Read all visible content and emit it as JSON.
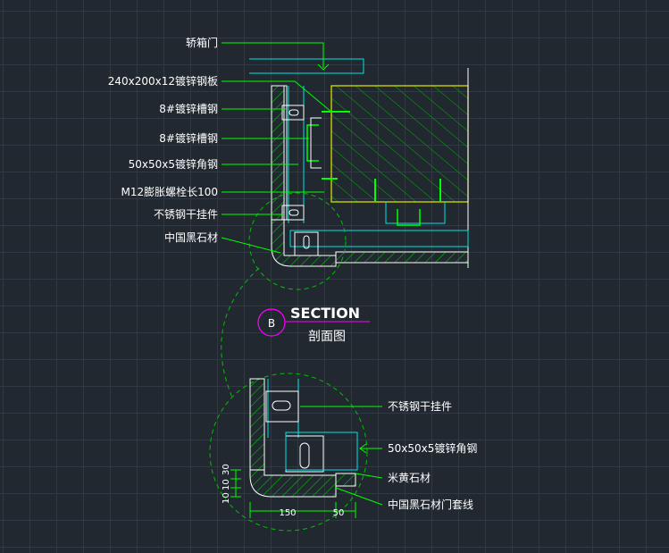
{
  "colors": {
    "background": "#212830",
    "grid": "#2f3843",
    "leader": "#00ff00",
    "outline": "#ffffff",
    "cyan": "#00e5e5",
    "concrete_border": "#e8e800",
    "hatch": "#00c000",
    "section_circle": "#ff00ff"
  },
  "labels_top": [
    "轿箱门",
    "240x200x12镀锌钢板",
    "8#镀锌槽钢",
    "8#镀锌槽钢",
    "50x50x5镀锌角钢",
    "M12膨胀螺栓长100",
    "不锈钢干挂件",
    "中国黑石材"
  ],
  "section": {
    "marker": "B",
    "title": "SECTION",
    "subtitle": "剖面图"
  },
  "labels_detail": [
    "不锈钢干挂件",
    "50x50x5镀锌角钢",
    "米黄石材",
    "中国黑石材门套线"
  ],
  "dimensions": {
    "vertical": [
      "10",
      "10",
      "30"
    ],
    "horizontal": [
      "150",
      "50"
    ]
  }
}
